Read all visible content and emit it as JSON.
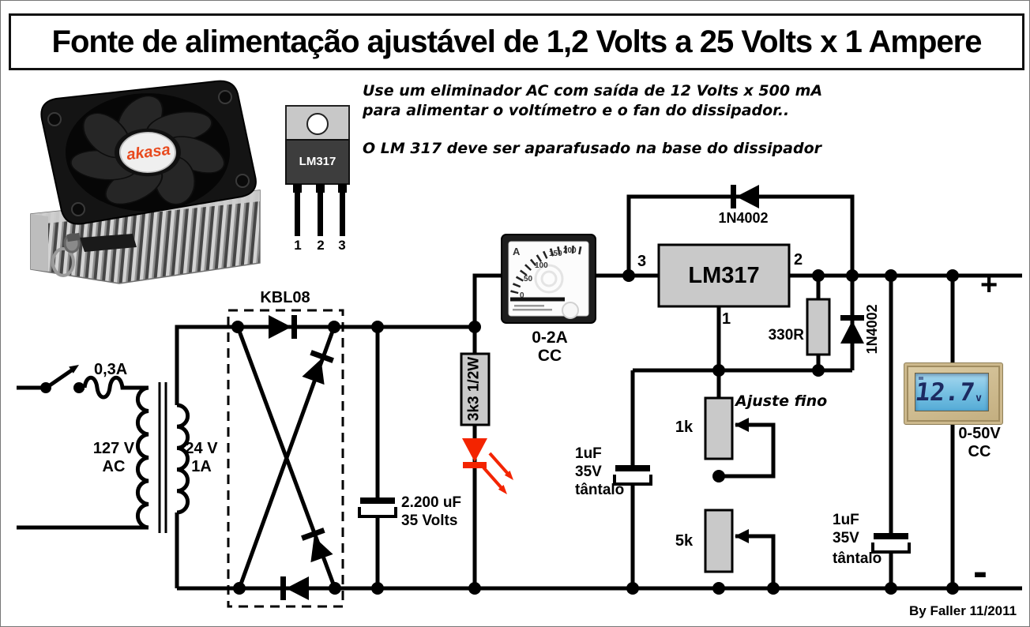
{
  "title": "Fonte de alimentação ajustável de 1,2 Volts a 25 Volts x 1 Ampere",
  "notes": {
    "line1": "Use um eliminador AC com saída de 12 Volts x 500 mA",
    "line2": "para alimentar o voltímetro e o fan do dissipador..",
    "line3": "O LM 317 deve ser aparafusado na base do dissipador"
  },
  "cooler_photo": {
    "brand": "akasa"
  },
  "package": {
    "label": "LM317",
    "pin1": "1",
    "pin2": "2",
    "pin3": "3"
  },
  "schematic": {
    "fuse": "0,3A",
    "mains": {
      "v": "127 V",
      "type": "AC"
    },
    "secondary": {
      "v": "24 V",
      "i": "1A"
    },
    "bridge": "KBL08",
    "filter_cap": {
      "value": "2.200 uF",
      "voltage": "35 Volts"
    },
    "led_resistor": "3k3 1/2W",
    "ammeter": {
      "range": "0-2A",
      "type": "CC",
      "unit": "A",
      "scale": [
        "0",
        "50",
        "100",
        "150",
        "200"
      ]
    },
    "protection_diode_top": "1N4002",
    "protection_diode_out": "1N4002",
    "regulator": {
      "label": "LM317",
      "pin_in": "3",
      "pin_out": "2",
      "pin_adj": "1"
    },
    "adj_resistor": "330R",
    "pot_fine": "1k",
    "pot_coarse": "5k",
    "adjust_note": "Ajuste fino",
    "tantalum_cap_adj": {
      "value": "1uF",
      "voltage": "35V",
      "type": "tântalo"
    },
    "tantalum_cap_out": {
      "value": "1uF",
      "voltage": "35V",
      "type": "tântalo"
    },
    "voltmeter": {
      "value": "12.7",
      "unit": "v",
      "range": "0-50V",
      "type": "CC"
    },
    "output_plus": "+",
    "output_minus": "-"
  },
  "credit": "By Faller 11/2011",
  "colors": {
    "led_red": "#f32400",
    "lcd_blue": "#7cc3e4",
    "lcd_digit": "#1c2a60",
    "brand_orange": "#e8491d",
    "component_gray": "#c9c9c9"
  }
}
